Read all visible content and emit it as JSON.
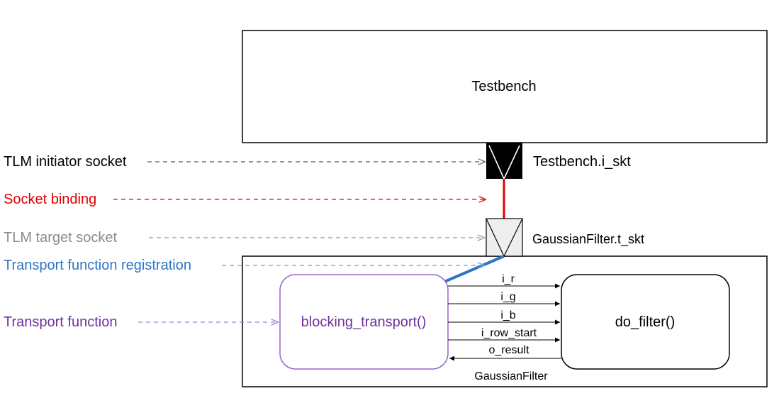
{
  "testbench": {
    "label": "Testbench"
  },
  "filter": {
    "label": "GaussianFilter"
  },
  "sockets": {
    "initiator_label": "Testbench.i_skt",
    "target_label": "GaussianFilter.t_skt"
  },
  "functions": {
    "transport": "blocking_transport()",
    "filter": "do_filter()"
  },
  "signals": [
    "i_r",
    "i_g",
    "i_b",
    "i_row_start",
    "o_result"
  ],
  "legend": {
    "initiator_socket": "TLM initiator socket",
    "socket_binding": "Socket binding",
    "target_socket": "TLM target socket",
    "registration": "Transport function registration",
    "transport_function": "Transport function"
  },
  "colors": {
    "initiator": "#000000",
    "binding": "#e00000",
    "target": "#8c8c8c",
    "registration": "#2e75c6",
    "transport": "#7030a0",
    "transport_box_border": "#9966cc",
    "target_socket_fill": "#eeeeee"
  }
}
